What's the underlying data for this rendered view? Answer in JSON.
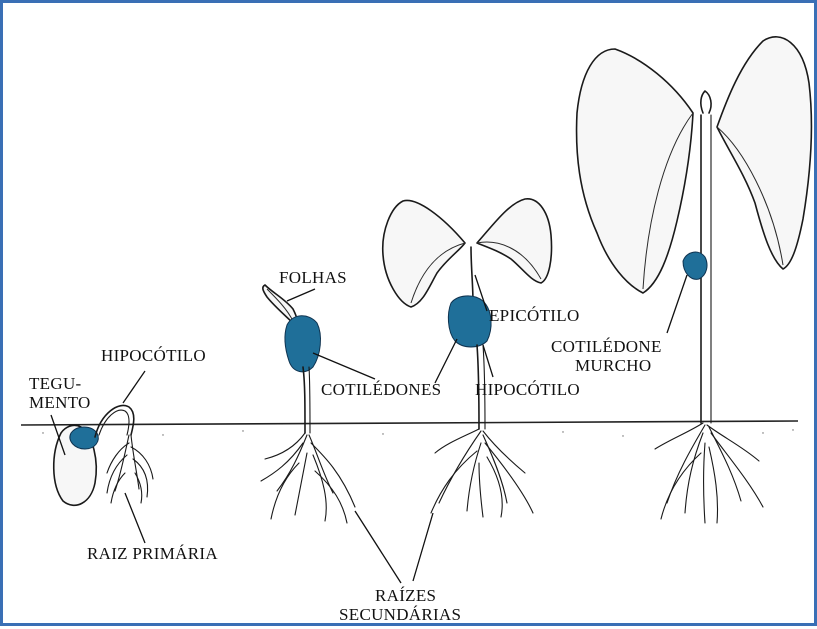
{
  "colors": {
    "frame_border": "#3a6fb5",
    "cotyledon_blue": "#1f6f99",
    "ink": "#1a1a1a"
  },
  "labels": {
    "tegumento_line1": "TEGU-",
    "tegumento_line2": "MENTO",
    "hipocotilo_1": "HIPOCÓTILO",
    "raiz_primaria": "RAIZ PRIMÁRIA",
    "folhas": "FOLHAS",
    "cotiledones": "COTILÉDONES",
    "epicotilo": "EPICÓTILO",
    "hipocotilo_2": "HIPOCÓTILO",
    "cotiledone_murcho_line1": "COTILÉDONE",
    "cotiledone_murcho_line2": "MURCHO",
    "raizes_secundarias_line1": "RAÍZES",
    "raizes_secundarias_line2": "SECUNDÁRIAS"
  }
}
